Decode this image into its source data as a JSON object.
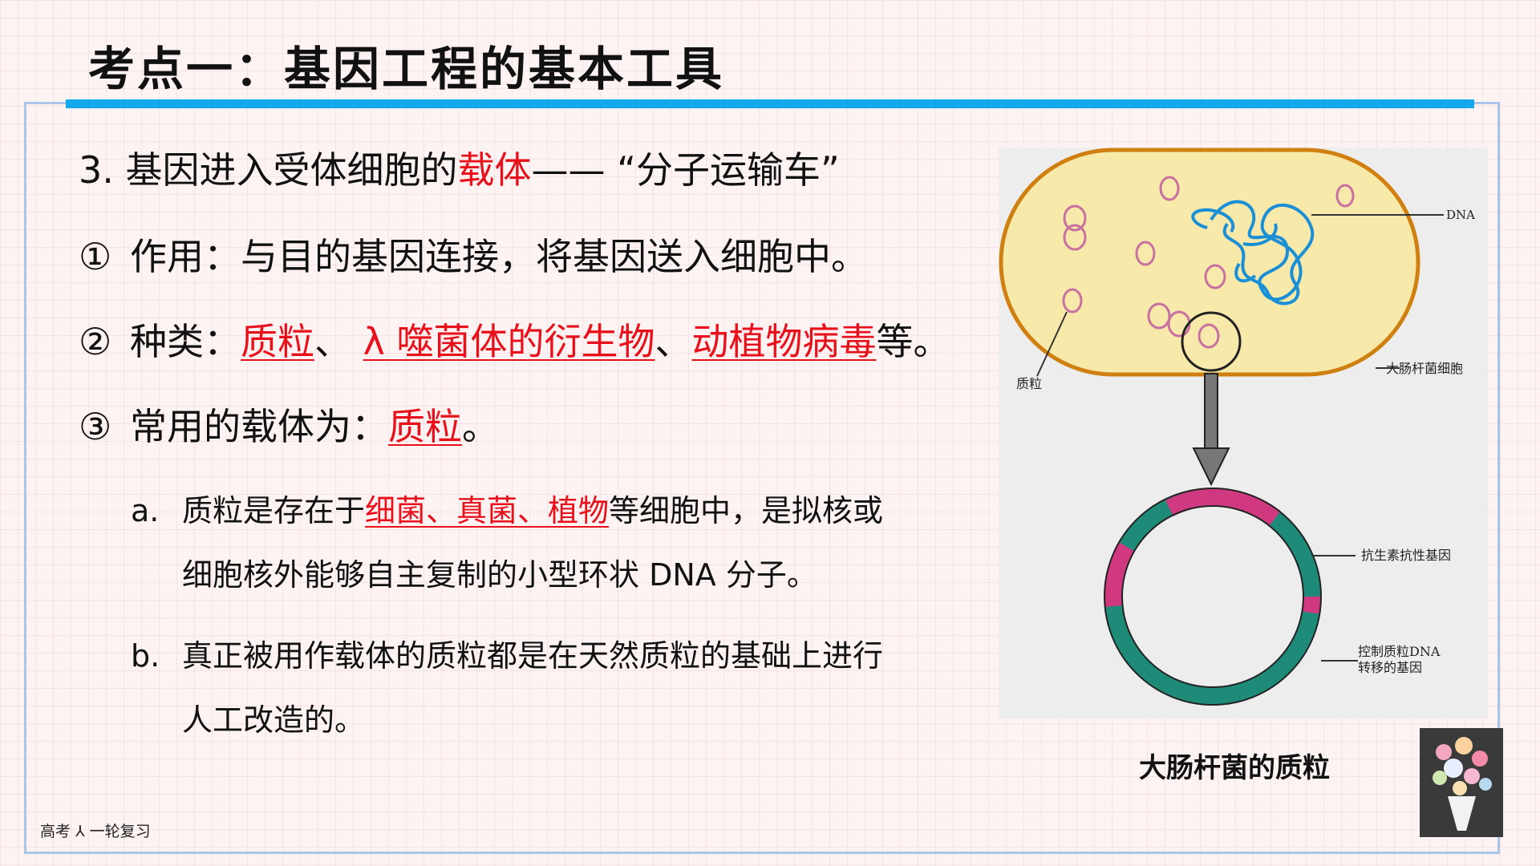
{
  "title": "考点一：基因工程的基本工具",
  "line1": {
    "prefix": "3. 基因进入受体细胞的",
    "highlight": "载体",
    "suffix": "——  “分子运输车”"
  },
  "line2": {
    "marker": "①",
    "text": "作用：与目的基因连接，将基因送入细胞中。"
  },
  "line3": {
    "marker": "②",
    "prefix": "种类：",
    "item1": "质粒",
    "sep1": "、 ",
    "item2": "λ 噬菌体的衍生物",
    "sep2": "、",
    "item3": "动植物病毒",
    "suffix": "等。"
  },
  "line4": {
    "marker": "③",
    "prefix": "常用的载体为：",
    "highlight": "质粒",
    "suffix": "。"
  },
  "sub_a": {
    "marker": "a.",
    "prefix": "质粒是存在于",
    "highlight": "细菌、真菌、植物",
    "suffix": "等细胞中，是拟核或",
    "line2": "细胞核外能够自主复制的小型环状 DNA 分子。"
  },
  "sub_b": {
    "marker": "b.",
    "line1": "真正被用作载体的质粒都是在天然质粒的基础上进行",
    "line2": "人工改造的。"
  },
  "figure": {
    "label_dna": "DNA",
    "label_plasmid": "质粒",
    "label_ecoli": "大肠杆菌细胞",
    "label_resist": "抗生素抗性基因",
    "label_transfer_1": "控制质粒DNA",
    "label_transfer_2": "转移的基因",
    "caption": "大肠杆菌的质粒"
  },
  "footer": "高考 ⅄ 一轮复习",
  "colors": {
    "accent_bar": "#12a8ea",
    "highlight_red": "#e8101a",
    "frame": "#a9c6ea"
  }
}
